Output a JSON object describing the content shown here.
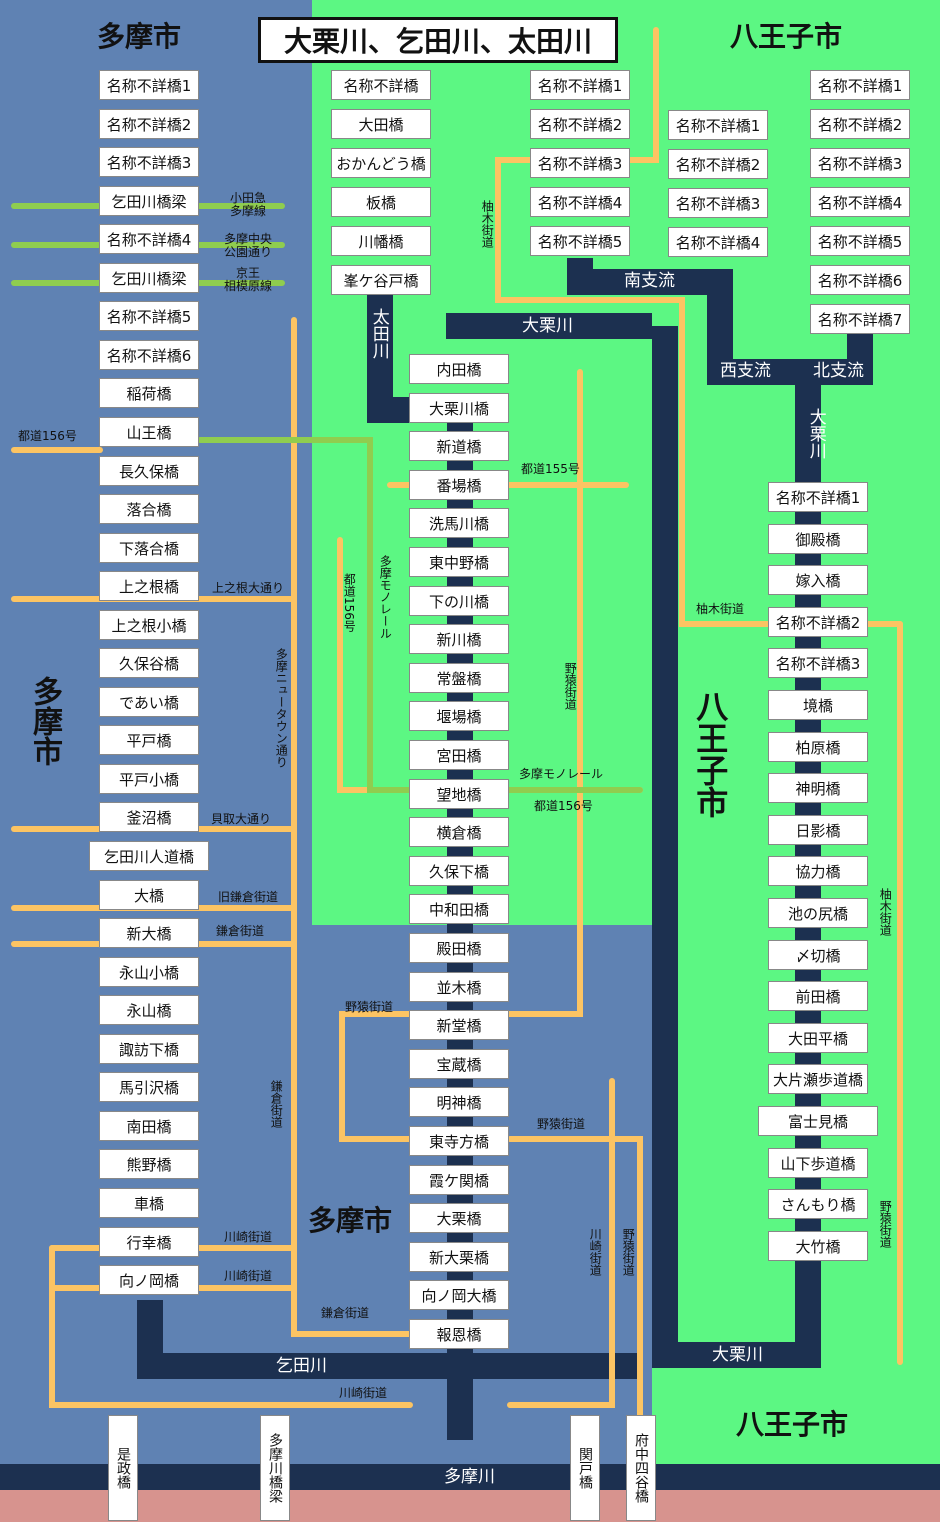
{
  "title": "大栗川、乞田川、太田川",
  "colors": {
    "tama_area": "#5f82b3",
    "hachioji_area": "#5cf783",
    "river": "#1c3050",
    "road": "#fcc463",
    "railway": "#8fcd4f",
    "tamagawa_bank": "#d7938e"
  },
  "cities": {
    "tama_top": "多摩市",
    "hachioji_top": "八王子市",
    "tama_left": "多摩市",
    "hachioji_mid": "八王子市",
    "tama_bottom": "多摩市",
    "hachioji_bottom": "八王子市"
  },
  "rivers": {
    "ota": "太田川",
    "okuri_top": "大栗川",
    "nan_shiryu": "南支流",
    "sei_shiryu": "西支流",
    "hoku_shiryu": "北支流",
    "okuri_vertical": "大栗川",
    "okuri_bottom": "大栗川",
    "kotta": "乞田川",
    "tamagawa": "多摩川"
  },
  "railways": {
    "odakyu": "小田急\n多摩線",
    "monorail_park": "多摩中央\n公園通り",
    "keio": "京王\n相模原線",
    "monorail_v": "多摩モノレール",
    "monorail_h": "多摩モノレール"
  },
  "roads": {
    "toto156_left": "都道156号",
    "kaminone": "上之根大通り",
    "newtown": "多摩ニュータウン通り",
    "kaitori": "貝取大通り",
    "kyu_kamakura": "旧鎌倉街道",
    "kamakura1": "鎌倉街道",
    "kamakura_v": "鎌倉街道",
    "kawasaki1": "川崎街道",
    "kawasaki2": "川崎街道",
    "kamakura2": "鎌倉街道",
    "kawasaki3": "川崎街道",
    "toto156_v": "都道156号",
    "toto155": "都道155号",
    "toto156_mid": "都道156号",
    "yaen_v1": "野猿街道",
    "yaen_h1": "野猿街道",
    "yaen_h2": "野猿街道",
    "kawasaki_v": "川崎街道",
    "yaen_v2": "野猿街道",
    "yuki_v": "柚木街道",
    "yuki_h": "柚木街道",
    "yuki_right": "柚木街道",
    "yaen_right": "野猿街道"
  },
  "kotta_bridges": [
    "名称不詳橋1",
    "名称不詳橋2",
    "名称不詳橋3",
    "乞田川橋梁",
    "名称不詳橋4",
    "乞田川橋梁",
    "名称不詳橋5",
    "名称不詳橋6",
    "稲荷橋",
    "山王橋",
    "長久保橋",
    "落合橋",
    "下落合橋",
    "上之根橋",
    "上之根小橋",
    "久保谷橋",
    "であい橋",
    "平戸橋",
    "平戸小橋",
    "釜沼橋",
    "乞田川人道橋",
    "大橋",
    "新大橋",
    "永山小橋",
    "永山橋",
    "諏訪下橋",
    "馬引沢橋",
    "南田橋",
    "熊野橋",
    "車橋",
    "行幸橋",
    "向ノ岡橋"
  ],
  "ota_bridges": [
    "名称不詳橋",
    "大田橋",
    "おかんどう橋",
    "板橋",
    "川幡橋",
    "峯ケ谷戸橋"
  ],
  "okuri_main_bridges": [
    "内田橋",
    "大栗川橋",
    "新道橋",
    "番場橋",
    "洗馬川橋",
    "東中野橋",
    "下の川橋",
    "新川橋",
    "常盤橋",
    "堰場橋",
    "宮田橋",
    "望地橋",
    "横倉橋",
    "久保下橋",
    "中和田橋",
    "殿田橋",
    "並木橋",
    "新堂橋",
    "宝蔵橋",
    "明神橋",
    "東寺方橋",
    "霞ケ関橋",
    "大栗橋",
    "新大栗橋",
    "向ノ岡大橋",
    "報恩橋"
  ],
  "south_branch_bridges": [
    "名称不詳橋1",
    "名称不詳橋2",
    "名称不詳橋3",
    "名称不詳橋4",
    "名称不詳橋5"
  ],
  "west_branch_bridges": [
    "名称不詳橋1",
    "名称不詳橋2",
    "名称不詳橋3",
    "名称不詳橋4"
  ],
  "north_branch_bridges": [
    "名称不詳橋1",
    "名称不詳橋2",
    "名称不詳橋3",
    "名称不詳橋4",
    "名称不詳橋5",
    "名称不詳橋6",
    "名称不詳橋7"
  ],
  "okuri_upper_bridges": [
    "名称不詳橋1",
    "御殿橋",
    "嫁入橋",
    "名称不詳橋2",
    "名称不詳橋3",
    "境橋",
    "柏原橋",
    "神明橋",
    "日影橋",
    "協力橋",
    "池の尻橋",
    "〆切橋",
    "前田橋",
    "大田平橋",
    "大片瀬歩道橋",
    "富士見橋",
    "山下歩道橋",
    "さんもり橋",
    "大竹橋"
  ],
  "tamagawa_bridges": [
    "是政橋",
    "多摩川橋梁",
    "関戸橋",
    "府中四谷橋"
  ]
}
